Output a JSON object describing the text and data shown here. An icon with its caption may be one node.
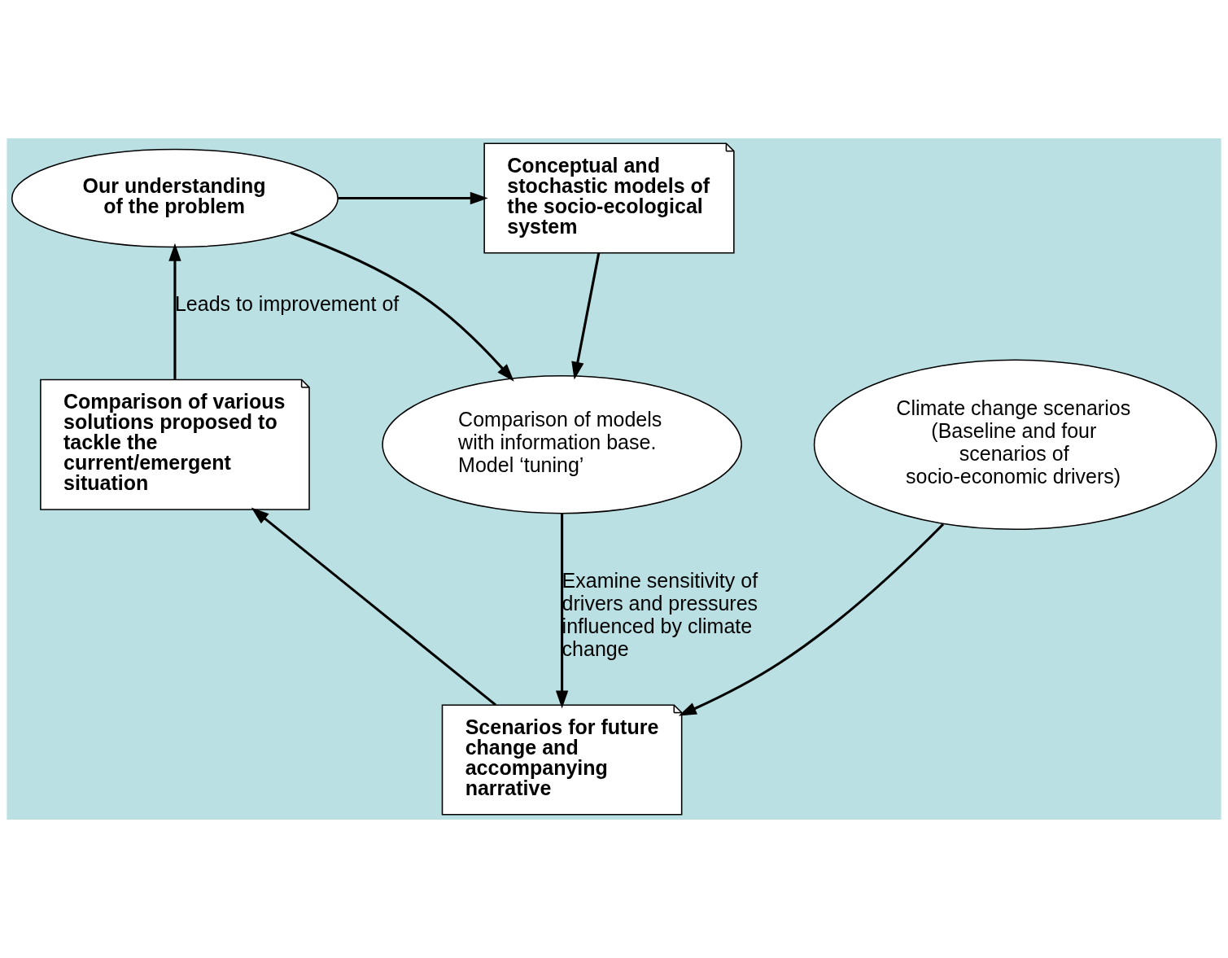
{
  "diagram": {
    "nodes": [
      {
        "text": [
          "Our understanding of the problem"
        ]
      },
      {
        "text": [
          "Conceptual and stochastic models of the socio-ecological system"
        ]
      },
      {
        "text": [
          "Comparison of models with information base. Model ‘tuning’"
        ]
      },
      {
        "text": [
          "Climate change scenarios (Baseline and four scenarios of socio-economic drivers)"
        ]
      },
      {
        "text": [
          "Comparison of various solutions proposed to tackle the current/emergent situation"
        ]
      },
      {
        "text": [
          "Scenarios for future change and accompanying narrative"
        ]
      }
    ],
    "edges": [
      {
        "from": 0,
        "to": 1,
        "arrow": "to"
      },
      {
        "from": 0,
        "to": 2,
        "arrow": "to"
      },
      {
        "from": 1,
        "to": 2,
        "arrow": "to"
      },
      {
        "from": 2,
        "to": 5,
        "arrow": "to",
        "label": "Examine sensitivity of drivers and pressures influenced by climate change"
      },
      {
        "from": 3,
        "to": 5,
        "arrow": "to"
      },
      {
        "from": 5,
        "to": 4,
        "arrow": "to"
      },
      {
        "from": 4,
        "to": 0,
        "arrow": "to",
        "label": "Leads to improvement of"
      }
    ]
  }
}
